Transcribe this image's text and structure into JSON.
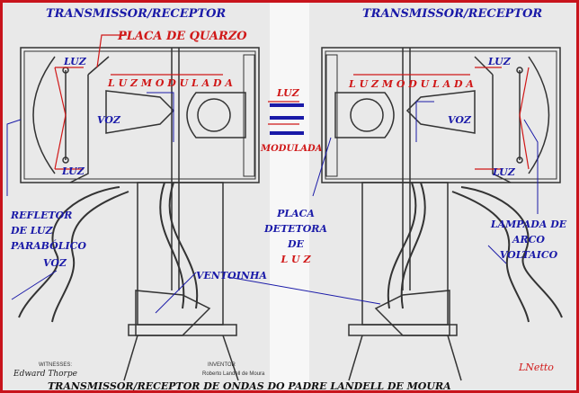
{
  "left_panel": {
    "title": "TRANSMISSOR/RECEPTOR",
    "quartz_plate": "PLACA DE QUARZO",
    "light_top": "LUZ",
    "light_bottom": "LUZ",
    "modulated_light": "L U Z   M O D U L A D A",
    "voice": "VOZ",
    "reflector": [
      "REFLETOR",
      "DE LUZ",
      "PARABÓLICO"
    ],
    "voice_input": "VOZ",
    "witnesses": "WITNESSES:",
    "inventor": "INVENTOR",
    "witness_signature": "Edward Thorpe",
    "inventor_signature": "Roberto Landell de Moura"
  },
  "center": {
    "light": "LUZ",
    "modulated": "MODULADA",
    "detector_plate": [
      "PLACA",
      "DETETORA",
      "DE"
    ],
    "detector_light": "L U Z",
    "fan": "VENTOINHA"
  },
  "right_panel": {
    "title": "TRANSMISSOR/RECEPTOR",
    "light_top": "LUZ",
    "light_bottom": "LUZ",
    "modulated_light": "L U Z   M O D U L A D A",
    "voice": "VOZ",
    "arc_lamp": [
      "LAMPADA DE",
      "ARCO",
      "VOLTAICO"
    ]
  },
  "author": "LNetto",
  "caption": "TRANSMISSOR/RECEPTOR DE ONDAS DO PADRE  LANDELL DE MOURA",
  "colors": {
    "annotation_blue": "#1a1aa8",
    "annotation_red": "#d01818",
    "border": "#c8141c"
  }
}
